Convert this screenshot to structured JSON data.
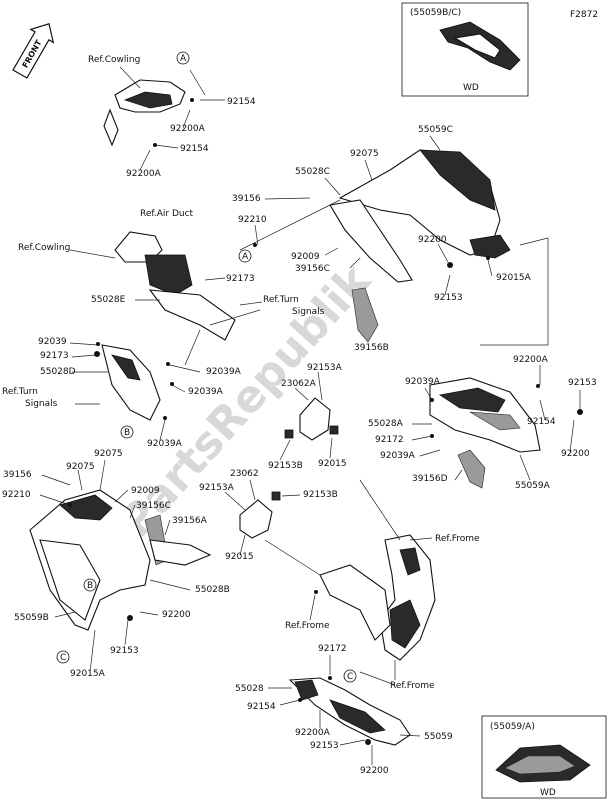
{
  "figure_code": "F2872",
  "front_badge": "FRONT",
  "watermark": "PartsRepublik",
  "inset_top": {
    "caption": "(55059B/C)",
    "sub": "WD"
  },
  "inset_bottom": {
    "caption": "(55059/A)",
    "sub": "WD"
  },
  "markers": {
    "a": "A",
    "b": "B",
    "c": "C"
  },
  "labels": {
    "ref_cowling_top": "Ref.Cowling",
    "p92154_top": "92154",
    "p92200a_top": "92200A",
    "p92154_mid": "92154",
    "p92200a_mid": "92200A",
    "p55059c": "55059C",
    "p92075_top": "92075",
    "p55028c": "55028C",
    "p39156_top": "39156",
    "ref_air_duct": "Ref.Air Duct",
    "p92210_top": "92210",
    "p92009_top": "92009",
    "p39156c_top": "39156C",
    "p92200_right": "92200",
    "p92153_right": "92153",
    "p92015a_right": "92015A",
    "ref_cowling_left": "Ref.Cowling",
    "p92173_mid": "92173",
    "p55028e": "55028E",
    "ref_turn_signals_mid_1": "Ref.Turn",
    "ref_turn_signals_mid_2": "Signals",
    "p39156b": "39156B",
    "p92039_left": "92039",
    "p92173_left": "92173",
    "p55028d": "55028D",
    "ref_turn_signals_left_1": "Ref.Turn",
    "ref_turn_signals_left_2": "Signals",
    "p92039a_1": "92039A",
    "p92039a_2": "92039A",
    "p92039a_3": "92039A",
    "p92153a_top": "92153A",
    "p23062a": "23062A",
    "p92153b_top": "92153B",
    "p92015_top": "92015",
    "p92200a_right": "92200A",
    "p92153_farright": "92153",
    "p92039a_right": "92039A",
    "p55028a": "55028A",
    "p92154_right": "92154",
    "p92172_right": "92172",
    "p92200_farright": "92200",
    "p92039a_right2": "92039A",
    "p39156d": "39156D",
    "p55059a": "55059A",
    "p39156_left": "39156",
    "p92075_left_a": "92075",
    "p92075_left_b": "92075",
    "p92210_left": "92210",
    "p92009_left": "92009",
    "p39156c_left": "39156C",
    "p39156a": "39156A",
    "p23062": "23062",
    "p92153a_mid": "92153A",
    "p92153b_mid": "92153B",
    "p92015_mid": "92015",
    "ref_frome_right": "Ref.Frome",
    "p55028b": "55028B",
    "p55059b": "55059B",
    "p92200_left": "92200",
    "p92153_left": "92153",
    "p92015a_left": "92015A",
    "ref_frome_mid": "Ref.Frome",
    "ref_frome_bottom": "Ref.Frome",
    "p92172_bottom": "92172",
    "p55028": "55028",
    "p92154_bottom": "92154",
    "p92200a_bottom": "92200A",
    "p92153_bottom": "92153",
    "p55059": "55059",
    "p92200_bottom": "92200"
  }
}
